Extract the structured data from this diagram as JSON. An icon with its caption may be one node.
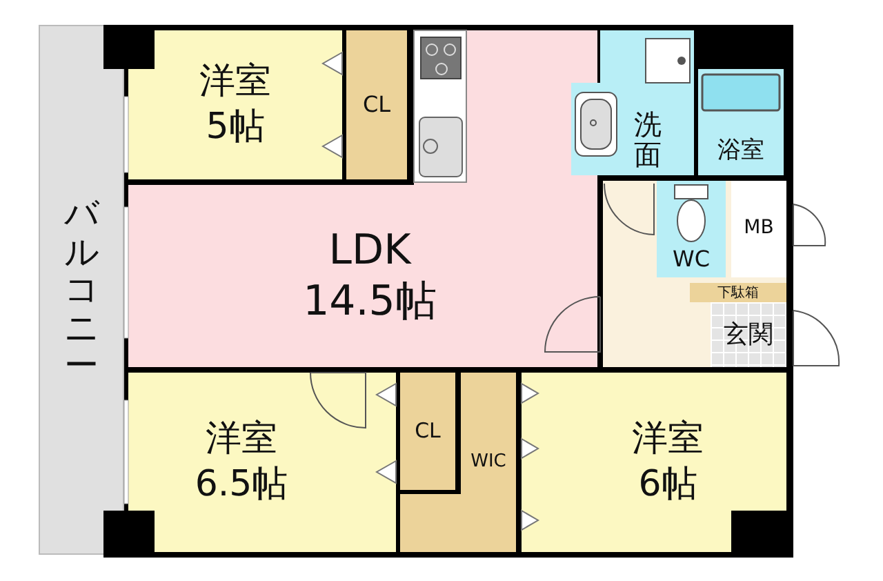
{
  "diagram": {
    "nodes": [
      {
        "text": [
          "バルコニー"
        ]
      },
      {
        "text": [
          "洋室",
          "5帖"
        ]
      },
      {
        "text": [
          "CL"
        ]
      },
      {
        "text": [
          "LDK",
          "14.5帖"
        ]
      },
      {
        "text": [
          "洗面"
        ]
      },
      {
        "text": [
          "浴室"
        ]
      },
      {
        "text": [
          "WC"
        ]
      },
      {
        "text": [
          "MB"
        ]
      },
      {
        "text": [
          "下駄箱"
        ]
      },
      {
        "text": [
          "玄関"
        ]
      },
      {
        "text": [
          "洋室",
          "6.5帖"
        ]
      },
      {
        "text": [
          "CL"
        ]
      },
      {
        "text": [
          "WIC"
        ]
      },
      {
        "text": [
          "洋室",
          "6帖"
        ]
      }
    ]
  }
}
